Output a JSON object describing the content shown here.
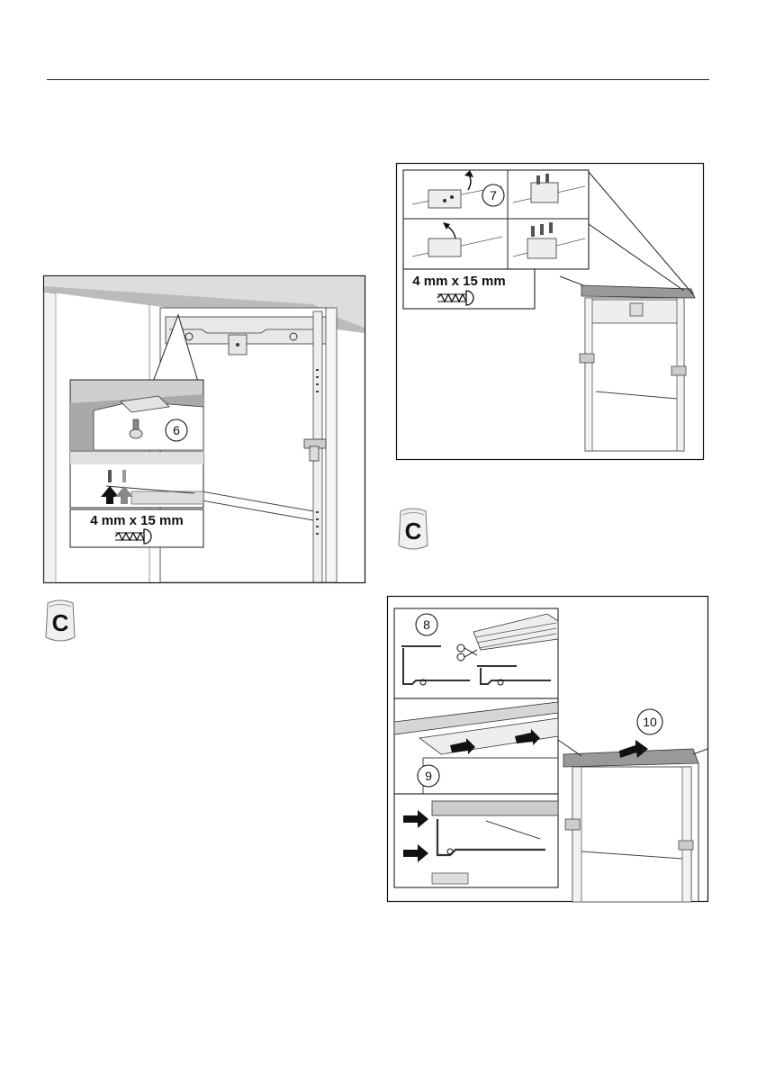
{
  "panel_a": {
    "callout": "6",
    "screw_label": "4 mm x 15 mm"
  },
  "panel_b": {
    "callout": "7",
    "screw_label": "4 mm x 15 mm"
  },
  "panel_c": {
    "callout_8": "8",
    "callout_9": "9",
    "callout_10": "10"
  },
  "bag_left": {
    "letter": "C"
  },
  "bag_right": {
    "letter": "C"
  }
}
